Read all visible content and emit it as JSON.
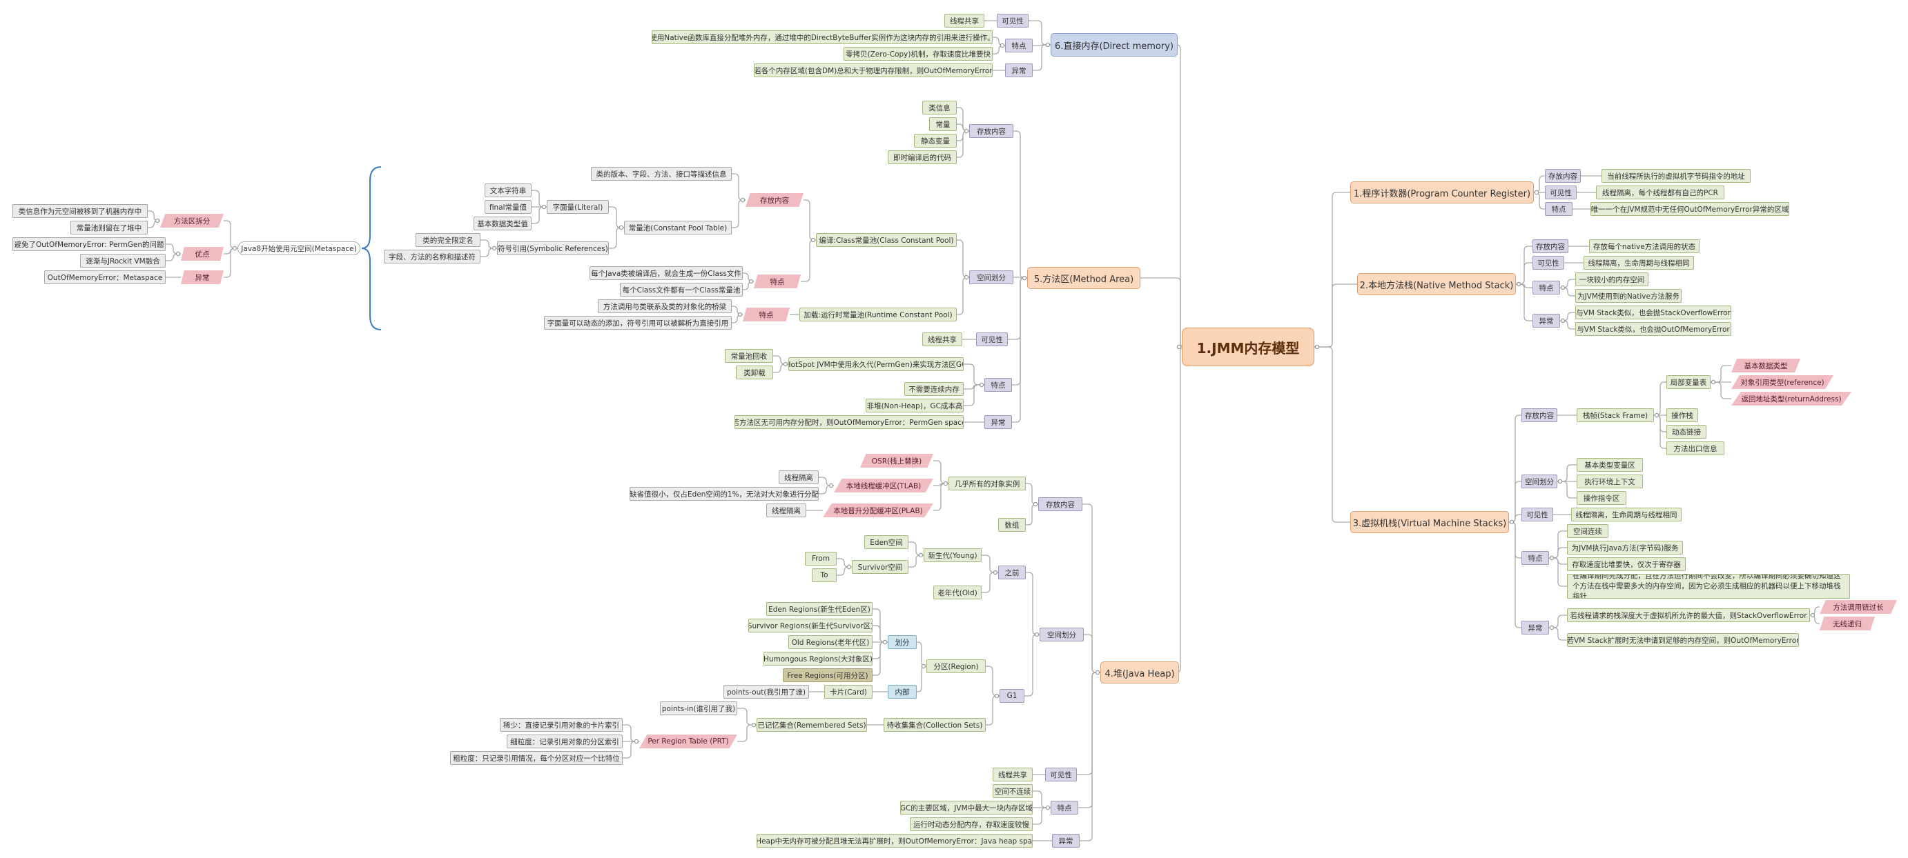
{
  "root": "1.JMM内存模型",
  "sections": {
    "pc": {
      "title": "1.程序计数器(Program Counter Register)",
      "store_tag": "存放内容",
      "store": "当前线程所执行的虚拟机字节码指令的地址",
      "vis_tag": "可见性",
      "vis": "线程隔离，每个线程都有自己的PCR",
      "feat_tag": "特点",
      "feat": "唯一一个在JVM规范中无任何OutOfMemoryError异常的区域"
    },
    "native": {
      "title": "2.本地方法栈(Native Method Stack)",
      "store_tag": "存放内容",
      "store": "存放每个native方法调用的状态",
      "vis_tag": "可见性",
      "vis": "线程隔离，生命周期与线程相同",
      "feat_tag": "特点",
      "feat": [
        "一块较小的内存空间",
        "为JVM使用到的Native方法服务"
      ],
      "err_tag": "异常",
      "err": [
        "与VM Stack类似，也会抛StackOverflowError",
        "与VM Stack类似，也会抛OutOfMemoryError"
      ]
    },
    "vms": {
      "title": "3.虚拟机栈(Virtual Machine Stacks)",
      "store_tag": "存放内容",
      "frame": "栈帧(Stack Frame)",
      "locals": "局部变量表",
      "locals_items": [
        "基本数据类型",
        "对象引用类型(reference)",
        "返回地址类型(returnAddress)"
      ],
      "frame_items": [
        "操作栈",
        "动态链接",
        "方法出口信息"
      ],
      "space_tag": "空间划分",
      "space": [
        "基本类型变量区",
        "执行环境上下文",
        "操作指令区"
      ],
      "vis_tag": "可见性",
      "vis": "线程隔离，生命周期与线程相同",
      "feat_tag": "特点",
      "feat": [
        "空间连续",
        "为JVM执行Java方法(字节码)服务",
        "存取速度比堆要快，仅次于寄存器",
        "在编译期间完成分配，且在方法运行期间不会改变，所以编译期间必须要确切知道这个方法在栈中需要多大的内存空间，因为它必须生成相应的机器码以便上下移动堆栈指针"
      ],
      "err_tag": "异常",
      "err1": "若线程请求的栈深度大于虚拟机所允许的最大值，则StackOverflowError",
      "err1_causes": [
        "方法调用链过长",
        "无线递归"
      ],
      "err2": "若VM Stack扩展时无法申请到足够的内存空间，则OutOfMemoryError"
    },
    "heap": {
      "title": "4.堆(Java Heap)",
      "store_tag": "存放内容",
      "objects": "几乎所有的对象实例",
      "osr": "OSR(栈上替换)",
      "tlab": "本地线程缓冲区(TLAB)",
      "tlab_iso": "线程隔离",
      "tlab_note": "缺省值很小，仅占Eden空间的1%，无法对大对象进行分配",
      "plab": "本地晋升分配缓冲区(PLAB)",
      "plab_iso": "线程隔离",
      "arrays": "数组",
      "space_tag": "空间划分",
      "before": "之前",
      "young": "新生代(Young)",
      "eden": "Eden空间",
      "survivor": "Survivor空间",
      "from": "From",
      "to": "To",
      "old": "老年代(Old)",
      "g1": "G1",
      "region": "分区(Region)",
      "divide": "划分",
      "regions": [
        "Eden Regions(新生代Eden区)",
        "Survivor Regions(新生代Survivor区)",
        "Old Regions(老年代区)",
        "Humongous Regions(大对象区)",
        "Free Regions(可用分区)"
      ],
      "inner": "内部",
      "card": "卡片(Card)",
      "points_out": "points-out(我引用了谁)",
      "cset": "待收集集合(Collection Sets)",
      "rset": "已记忆集合(Remembered Sets)",
      "points_in": "points-in(谁引用了我)",
      "prt": "Per Region Table (PRT)",
      "prt_items": [
        "稀少：直接记录引用对象的卡片索引",
        "细粒度：记录引用对象的分区索引",
        "粗粒度：只记录引用情况，每个分区对应一个比特位"
      ],
      "vis_tag": "可见性",
      "vis": "线程共享",
      "feat_tag": "特点",
      "feat": [
        "空间不连续",
        "GC的主要区域，JVM中最大一块内存区域",
        "运行时动态分配内存，存取速度较慢"
      ],
      "err_tag": "异常",
      "err": "若Heap中无内存可被分配且堆无法再扩展时，则OutOfMemoryError：Java heap space"
    },
    "method": {
      "title": "5.方法区(Method Area)",
      "store_tag": "存放内容",
      "store": [
        "类信息",
        "常量",
        "静态变量",
        "即时编译后的代码"
      ],
      "space_tag": "空间划分",
      "compile_pool": "编译:Class常量池(Class Constant Pool)",
      "cp_store_tag": "存放内容",
      "cp_store_text": "类的版本、字段、方法、接口等描述信息",
      "const_pool": "常量池(Constant Pool Table)",
      "literal": "字面量(Literal)",
      "literal_items": [
        "文本字符串",
        "final常量值",
        "基本数据类型值"
      ],
      "symref": "符号引用(Symbolic References)",
      "symref_items": [
        "类的完全限定名",
        "字段、方法的名称和描述符"
      ],
      "cp_feat_tag": "特点",
      "cp_feat": [
        "每个Java类被编译后，就会生成一份Class文件",
        "每个Class文件都有一个Class常量池"
      ],
      "runtime_pool": "加载:运行时常量池(Runtime Constant Pool)",
      "rp_feat_tag": "特点",
      "rp_feat": [
        "方法调用与类联系及类的对象化的桥梁",
        "字面量可以动态的添加，符号引用可以被解析为直接引用"
      ],
      "vis_tag": "可见性",
      "vis": "线程共享",
      "feat_tag": "特点",
      "hotspot": "HotSpot JVM中使用永久代(PermGen)来实现方法区GC",
      "gc_items": [
        "常量池回收",
        "类卸载"
      ],
      "feat_items": [
        "不需要连续内存",
        "非堆(Non-Heap)，GC成本高"
      ],
      "err_tag": "异常",
      "err": "若方法区无可用内存分配时，则OutOfMemoryError：PermGen space"
    },
    "direct": {
      "title": "6.直接内存(Direct memory)",
      "vis_tag": "可见性",
      "vis": "线程共享",
      "feat_tag": "特点",
      "feat": [
        "使用Native函数库直接分配堆外内存，通过堆中的DirectByteBuffer实例作为这块内存的引用来进行操作。",
        "零拷贝(Zero-Copy)机制，存取速度比堆要快"
      ],
      "err_tag": "异常",
      "err": "若各个内存区域(包含DM)总和大于物理内存限制，则OutOfMemoryError"
    },
    "metaspace": {
      "title": "Java8开始使用元空间(Metaspace)",
      "split_tag": "方法区拆分",
      "split": [
        "类信息作为元空间被移到了机器内存中",
        "常量池则留在了堆中"
      ],
      "adv_tag": "优点",
      "adv": [
        "避免了OutOfMemoryError: PermGen的问题",
        "逐渐与JRockit VM融合"
      ],
      "err_tag": "异常",
      "err": "OutOfMemoryError：Metaspace"
    }
  }
}
